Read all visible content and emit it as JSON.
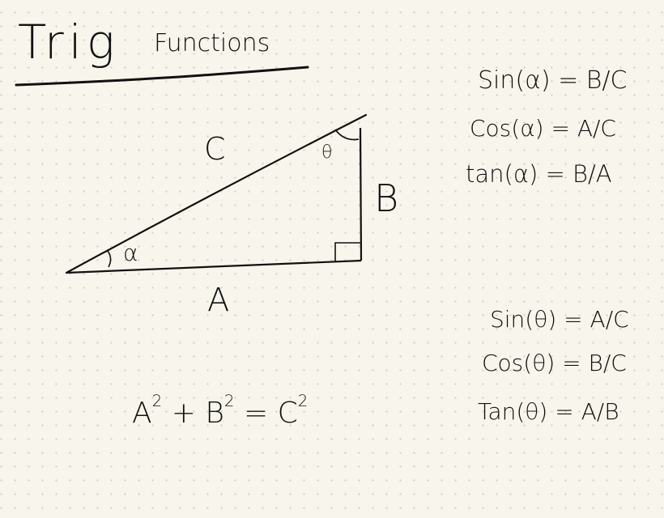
{
  "title": {
    "word1": "Trig",
    "word2": "Functions"
  },
  "triangle": {
    "hypotenuse": "C",
    "opposite": "B",
    "adjacent": "A",
    "angle_bottom": "α",
    "angle_top": "θ"
  },
  "alpha_formulas": [
    "Sin(α) = B/C",
    "Cos(α) = A/C",
    "tan(α) = B/A"
  ],
  "theta_formulas": [
    "Sin(θ) = A/C",
    "Cos(θ) = B/C",
    "Tan(θ) = A/B"
  ],
  "pythagoras": {
    "a": "A",
    "b": "B",
    "c": "C",
    "exp": "2",
    "plus": "+",
    "eq": "="
  },
  "ink_color": "#111111"
}
